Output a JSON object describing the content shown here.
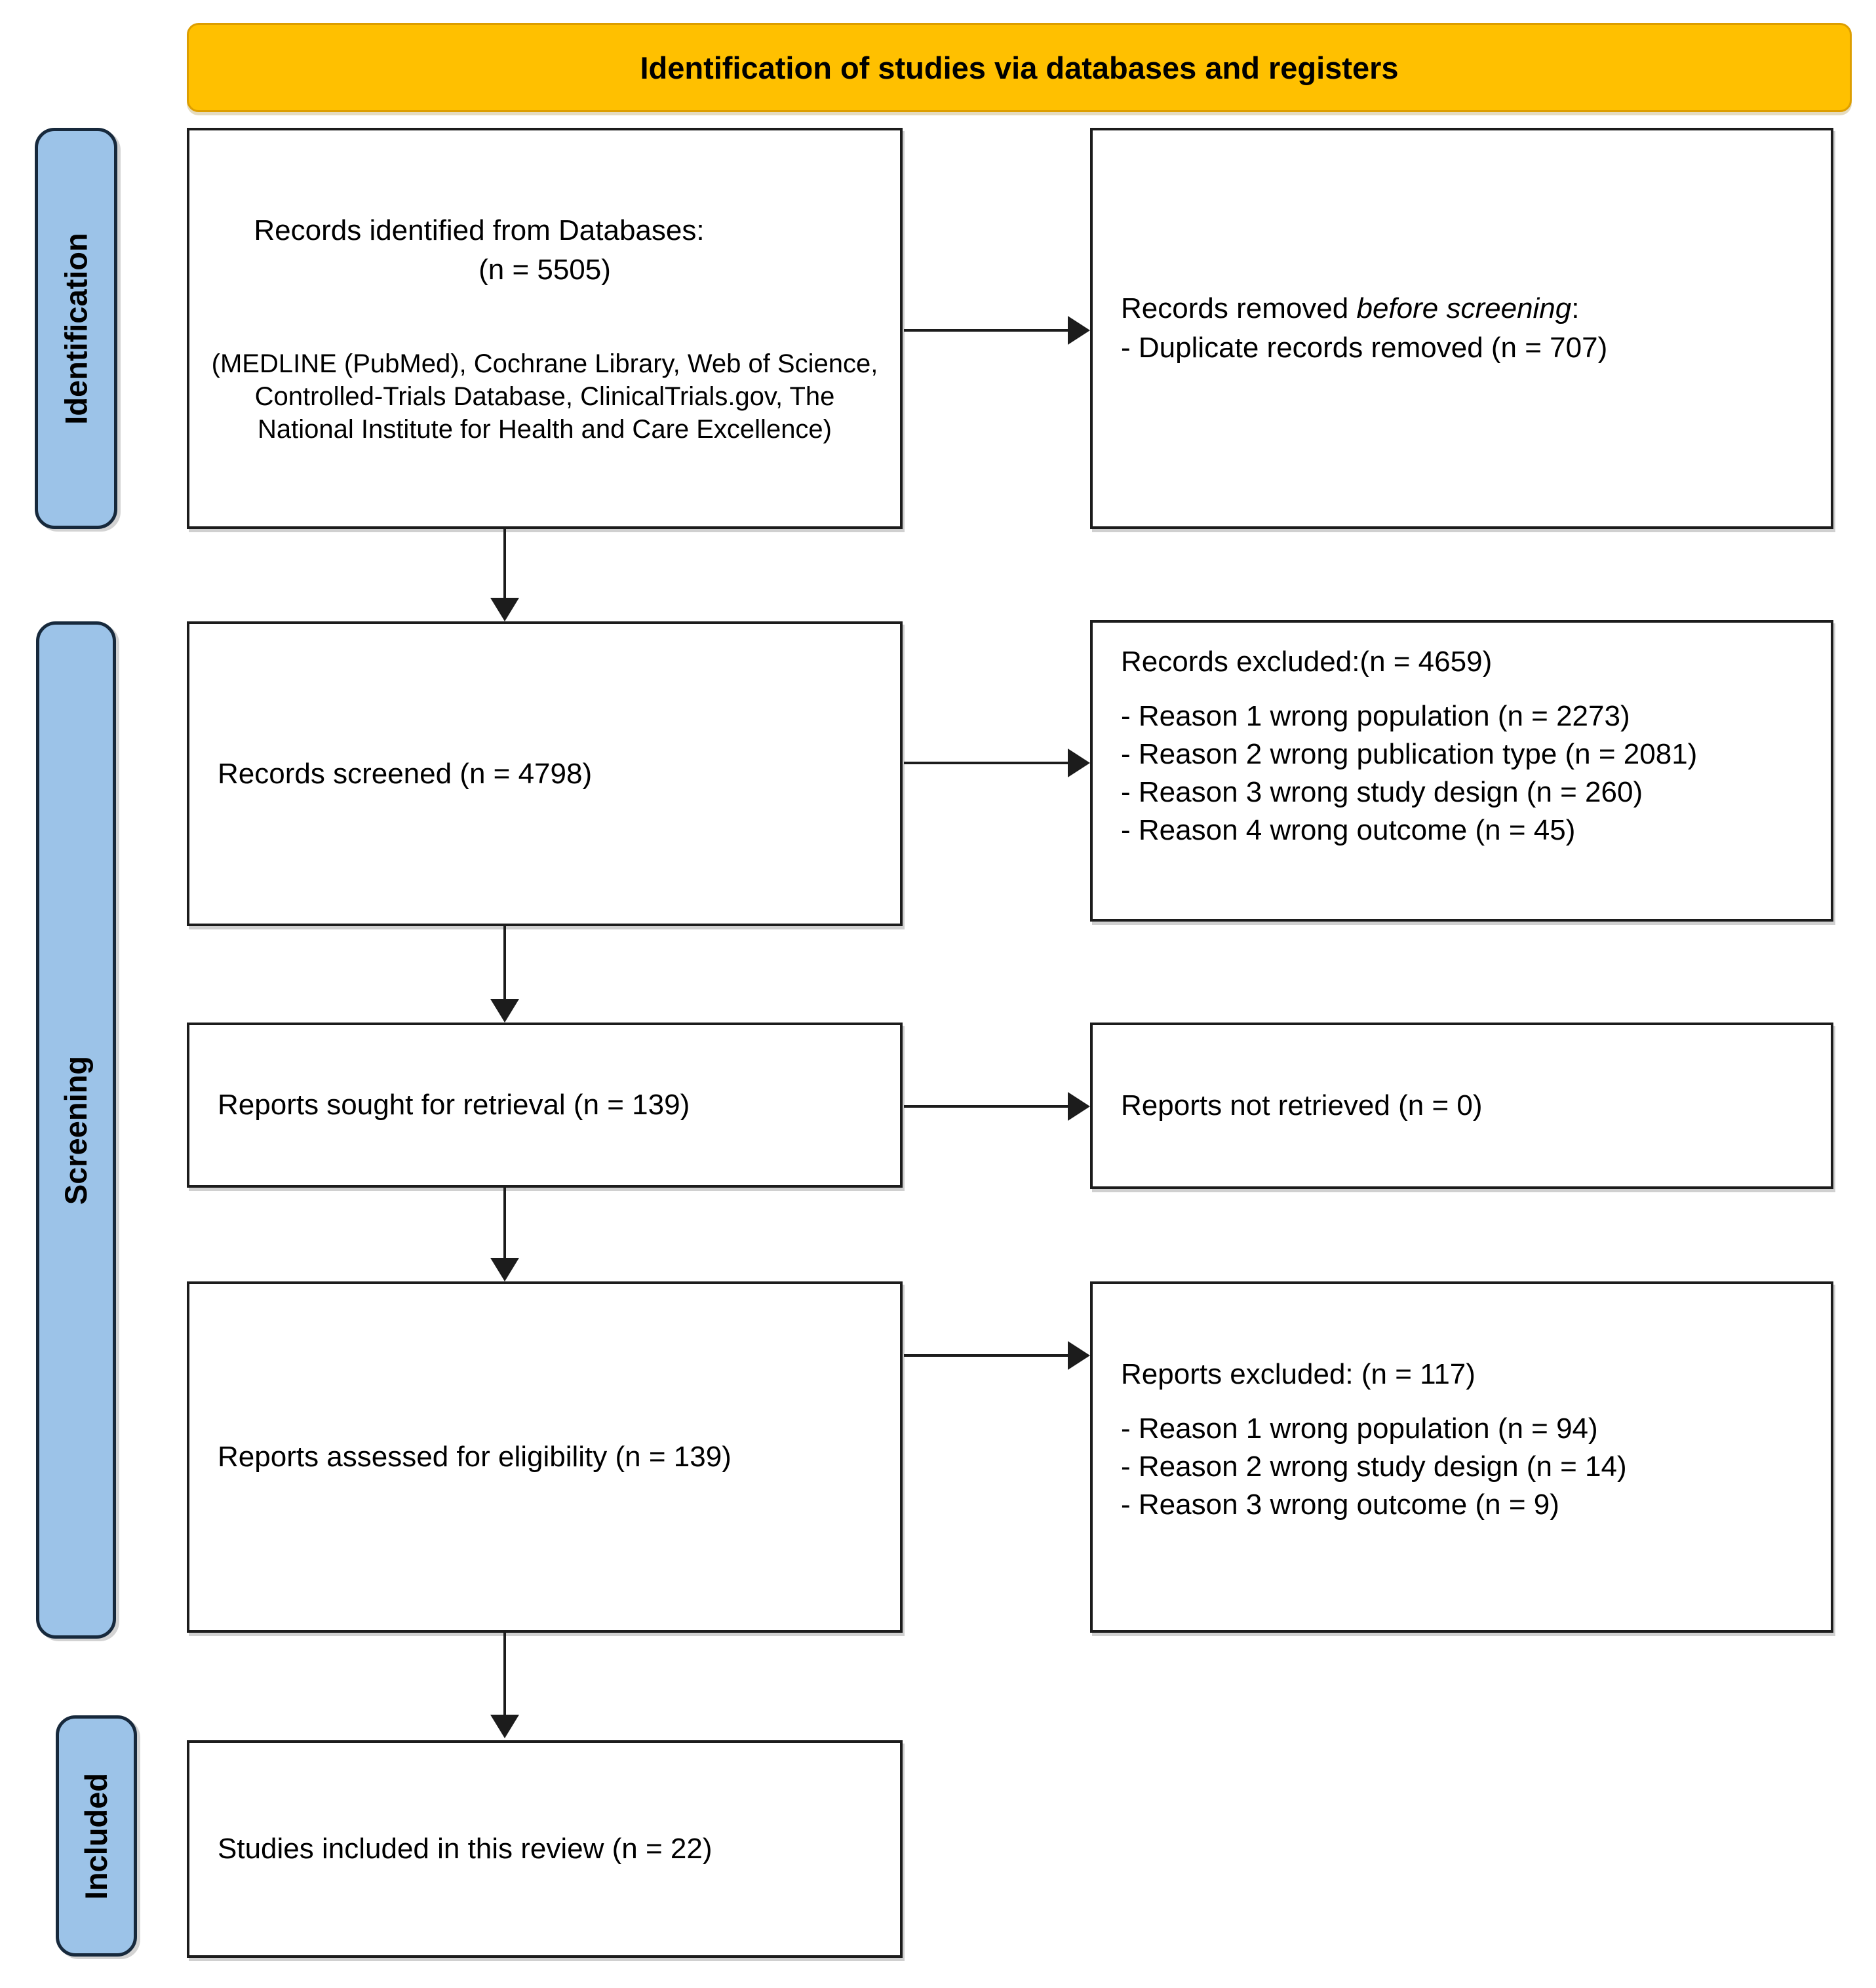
{
  "banner": {
    "title": "Identification of studies via databases and registers"
  },
  "colors": {
    "banner_bg": "#FFC000",
    "stage_bg": "#9CC3E8"
  },
  "stages": {
    "identification": "Identification",
    "screening": "Screening",
    "included": "Included"
  },
  "boxes": {
    "records_identified": {
      "line1": "Records identified from Databases:",
      "line2": "(n = 5505)",
      "detail": "(MEDLINE (PubMed), Cochrane Library, Web of Science, Controlled-Trials Database, ClinicalTrials.gov, The National Institute for Health and Care Excellence)"
    },
    "records_removed": {
      "prefix": "Records removed ",
      "italic": "before screening",
      "suffix": ":",
      "bullet1": "- Duplicate records removed (n = 707)"
    },
    "records_screened": {
      "text": "Records screened (n = 4798)"
    },
    "records_excluded": {
      "title": "Records excluded:(n = 4659)",
      "bullets": [
        "- Reason 1 wrong population (n = 2273)",
        "- Reason 2 wrong publication type (n = 2081)",
        "- Reason 3 wrong study design (n = 260)",
        "- Reason 4 wrong outcome (n = 45)"
      ]
    },
    "reports_sought": {
      "text": "Reports sought for retrieval (n = 139)"
    },
    "reports_not_retrieved": {
      "text": "Reports not retrieved (n = 0)"
    },
    "reports_assessed": {
      "text": "Reports assessed for eligibility (n = 139)"
    },
    "reports_excluded": {
      "title": "Reports excluded: (n = 117)",
      "bullets": [
        "- Reason 1 wrong population (n = 94)",
        "- Reason 2 wrong study design (n = 14)",
        "- Reason 3 wrong outcome (n = 9)"
      ]
    },
    "studies_included": {
      "text": "Studies included in this review (n = 22)"
    }
  }
}
